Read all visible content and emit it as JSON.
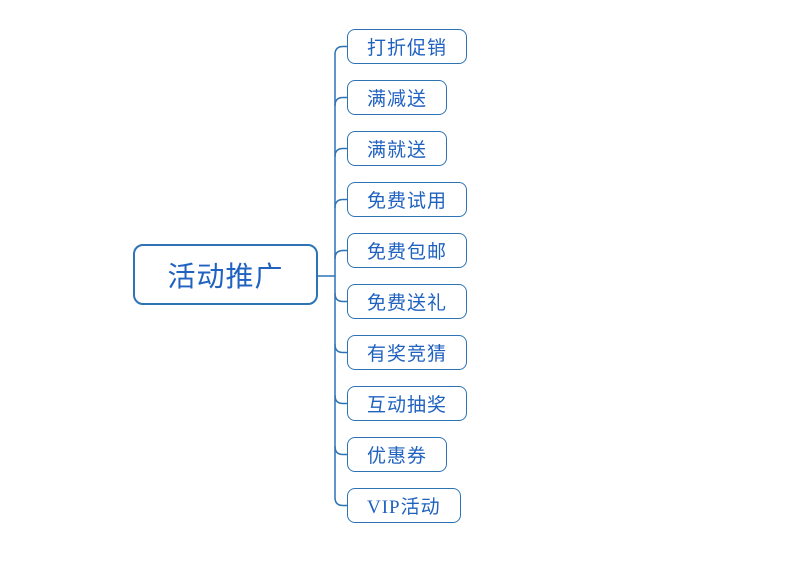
{
  "root": {
    "label": "活动推广"
  },
  "children": [
    {
      "label": "打折促销"
    },
    {
      "label": "满减送"
    },
    {
      "label": "满就送"
    },
    {
      "label": "免费试用"
    },
    {
      "label": "免费包邮"
    },
    {
      "label": "免费送礼"
    },
    {
      "label": "有奖竞猜"
    },
    {
      "label": "互动抽奖"
    },
    {
      "label": "优惠券"
    },
    {
      "label": "VIP活动"
    }
  ],
  "colors": {
    "line": "#2E74B5",
    "node_border": "#2E74B5",
    "node_text": "#2062C0",
    "background": "#FFFFFF"
  }
}
